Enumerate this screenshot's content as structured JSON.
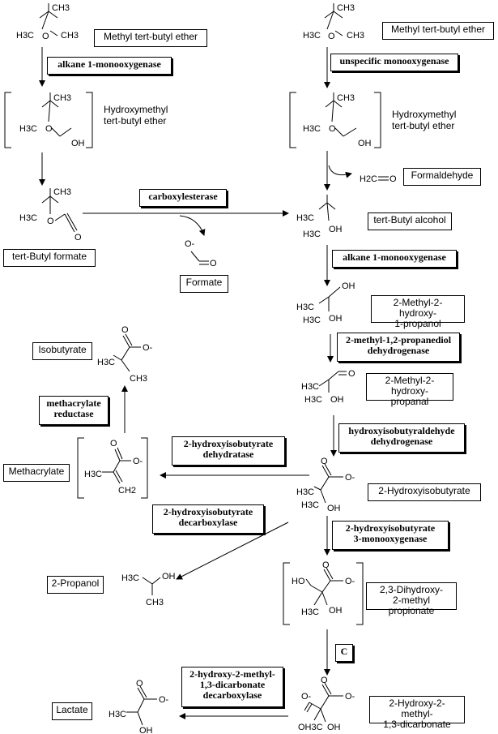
{
  "compounds": {
    "mtbe_left": "Methyl tert-butyl ether",
    "mtbe_right": "Methyl tert-butyl ether",
    "hydroxymethyl_left": "Hydroxymethyl\ntert-butyl ether",
    "hydroxymethyl_right": "Hydroxymethyl\ntert-butyl ether",
    "formaldehyde": "Formaldehyde",
    "tert_butyl_alcohol": "tert-Butyl alcohol",
    "tert_butyl_formate": "tert-Butyl formate",
    "formate": "Formate",
    "methyl_hydroxy_propanol": "2-Methyl-2-hydroxy-\n1-propanol",
    "methyl_hydroxy_propanal": "2-Methyl-2-hydroxy-\npropanal",
    "isobutyrate": "Isobutyrate",
    "methacrylate": "Methacrylate",
    "hydroxyisobutyrate": "2-Hydroxyisobutyrate",
    "propanol": "2-Propanol",
    "dihydroxy": "2,3-Dihydroxy-\n2-methyl propionate",
    "lactate": "Lactate",
    "dicarbonate": "2-Hydroxy-2-methyl-\n1,3-dicarbonate"
  },
  "enzymes": {
    "alkane_mono_1": "alkane 1-monooxygenase",
    "unspecific_mono": "unspecific monooxygenase",
    "carboxylesterase": "carboxylesterase",
    "alkane_mono_2": "alkane 1-monooxygenase",
    "propanediol_dh": "2-methyl-1,2-propanediol\ndehydrogenase",
    "methacrylate_red": "methacrylate\nreductase",
    "hydroxyisobutyraldehyde_dh": "hydroxyisobutyraldehyde\ndehydrogenase",
    "hib_dehydratase": "2-hydroxyisobutyrate\ndehydratase",
    "hib_decarboxylase": "2-hydroxyisobutyrate\ndecarboxylase",
    "hib_mono": "2-hydroxyisobutyrate\n3-monooxygenase",
    "c_step": "C",
    "dicarbonate_decarb": "2-hydroxy-2-methyl-\n1,3-dicarbonate\ndecarboxylase"
  },
  "atoms": {
    "ch3": "CH3",
    "h3c": "H3C",
    "o": "O",
    "oh": "OH",
    "ho": "HO",
    "h2c": "H2C",
    "ch2": "CH2",
    "o_minus": "O-",
    "oh3c": "OH3C"
  }
}
